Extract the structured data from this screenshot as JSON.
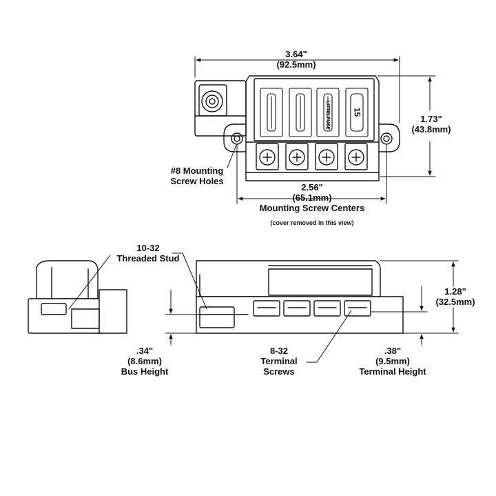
{
  "top_view": {
    "width": {
      "inches": "3.64\"",
      "mm": "(92.5mm)"
    },
    "height": {
      "inches": "1.73\"",
      "mm": "(43.8mm)"
    },
    "screw_centers": {
      "inches": "2.56\"",
      "mm": "(65.1mm)",
      "caption": "Mounting Screw Centers",
      "note": "(cover removed in this view)"
    },
    "mounting_holes": {
      "line1": "#8 Mounting",
      "line2": "Screw Holes"
    },
    "brand_text": "LITTELFUSE",
    "fuse_rating": "15"
  },
  "side_view": {
    "stud": {
      "line1": "10-32",
      "line2": "Threaded Stud"
    },
    "overall_height": {
      "inches": "1.28\"",
      "mm": "(32.5mm)"
    },
    "bus_height": {
      "inches": ".34\"",
      "mm": "(8.6mm)",
      "caption": "Bus Height"
    },
    "terminal_screws": {
      "line1": "8-32",
      "line2": "Terminal",
      "line3": "Screws"
    },
    "terminal_height": {
      "inches": ".38\"",
      "mm": "(9.5mm)",
      "caption": "Terminal Height"
    }
  }
}
